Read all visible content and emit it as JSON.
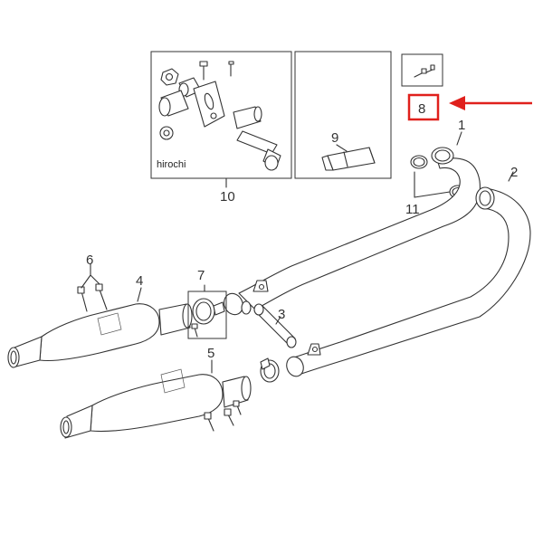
{
  "watermark": "hirochi",
  "callouts": {
    "c1": "1",
    "c2": "2",
    "c3": "3",
    "c4": "4",
    "c5": "5",
    "c6": "6",
    "c7": "7",
    "c8": "8",
    "c9": "9",
    "c10": "10",
    "c11": "11"
  },
  "colors": {
    "line": "#333333",
    "highlight": "#e0201c"
  }
}
